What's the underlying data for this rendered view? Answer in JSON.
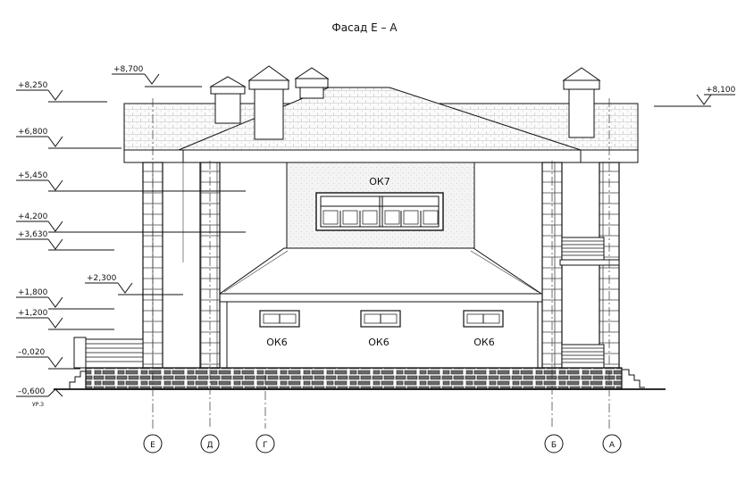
{
  "title": "Фасад Е – А",
  "levels": [
    {
      "label": "+8,250",
      "side": "left"
    },
    {
      "label": "+8,700",
      "side": "left"
    },
    {
      "label": "+8,100",
      "side": "right"
    },
    {
      "label": "+6,800",
      "side": "left"
    },
    {
      "label": "+5,450",
      "side": "left"
    },
    {
      "label": "+4,200",
      "side": "left"
    },
    {
      "label": "+3,630",
      "side": "left"
    },
    {
      "label": "+2,300",
      "side": "left"
    },
    {
      "label": "+1,800",
      "side": "left"
    },
    {
      "label": "+1,200",
      "side": "left"
    },
    {
      "label": "–0,020",
      "side": "left"
    },
    {
      "label": "–0,600",
      "side": "left"
    }
  ],
  "ground_note": "УР.З",
  "windows": {
    "upper": "ОК7",
    "lower": [
      "ОК6",
      "ОК6",
      "ОК6"
    ]
  },
  "axes": [
    "Е",
    "Д",
    "Г",
    "Б",
    "А"
  ]
}
